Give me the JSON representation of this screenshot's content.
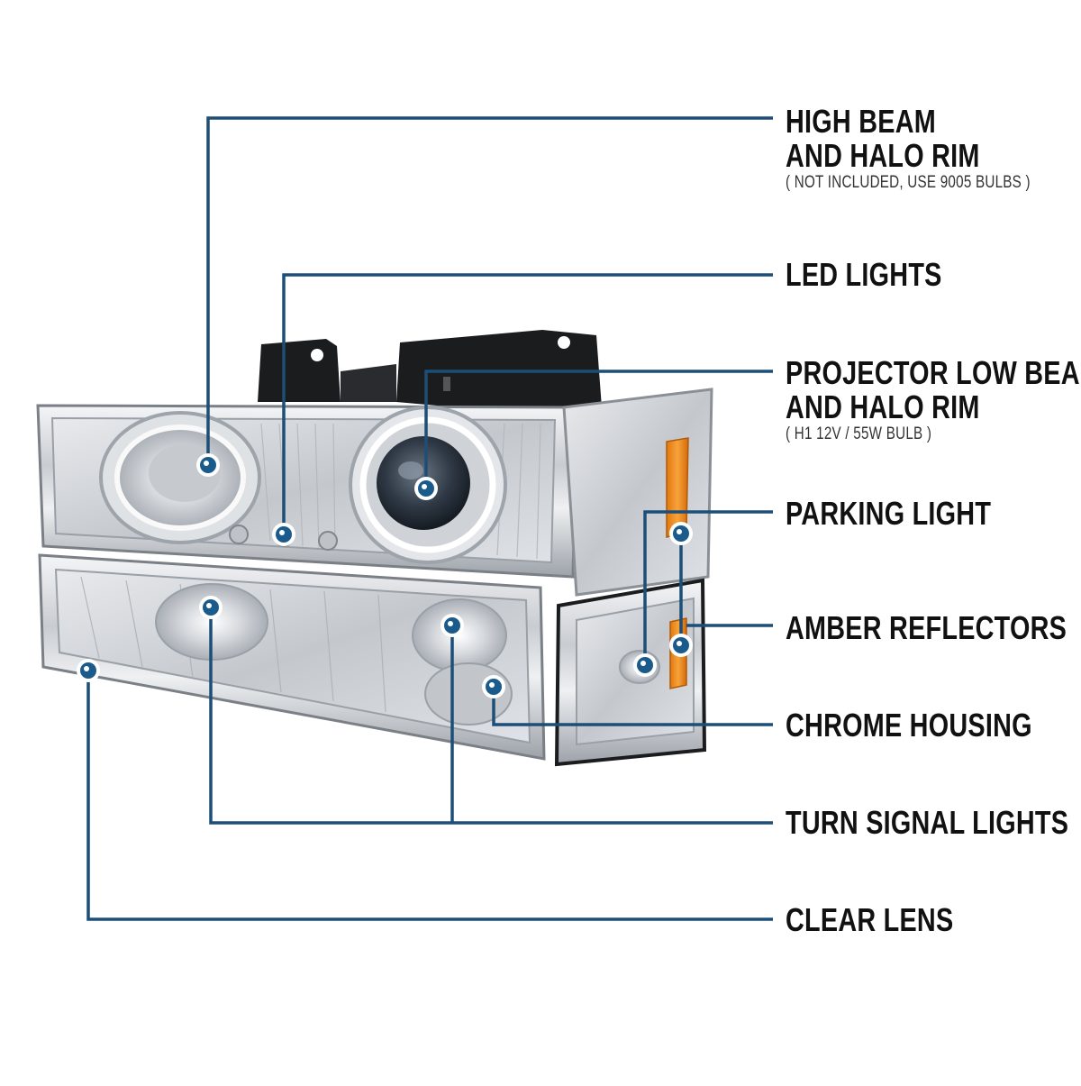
{
  "accent_color": "#1d4e77",
  "dot_color": "#1a5b8c",
  "callouts": [
    {
      "id": "high-beam",
      "lines": [
        "HIGH BEAM",
        "AND HALO RIM"
      ],
      "note": "( NOT INCLUDED, USE 9005 BULBS )"
    },
    {
      "id": "led-lights",
      "lines": [
        "LED LIGHTS"
      ],
      "note": ""
    },
    {
      "id": "projector-low-beam",
      "lines": [
        "PROJECTOR LOW BEAM",
        "AND HALO RIM"
      ],
      "note": "( H1  12V / 55W  BULB )"
    },
    {
      "id": "parking-light",
      "lines": [
        "PARKING LIGHT"
      ],
      "note": ""
    },
    {
      "id": "amber-reflectors",
      "lines": [
        "AMBER REFLECTORS"
      ],
      "note": ""
    },
    {
      "id": "chrome-housing",
      "lines": [
        "CHROME HOUSING"
      ],
      "note": ""
    },
    {
      "id": "turn-signal-lights",
      "lines": [
        "TURN SIGNAL LIGHTS"
      ],
      "note": ""
    },
    {
      "id": "clear-lens",
      "lines": [
        "CLEAR LENS"
      ],
      "note": ""
    }
  ]
}
